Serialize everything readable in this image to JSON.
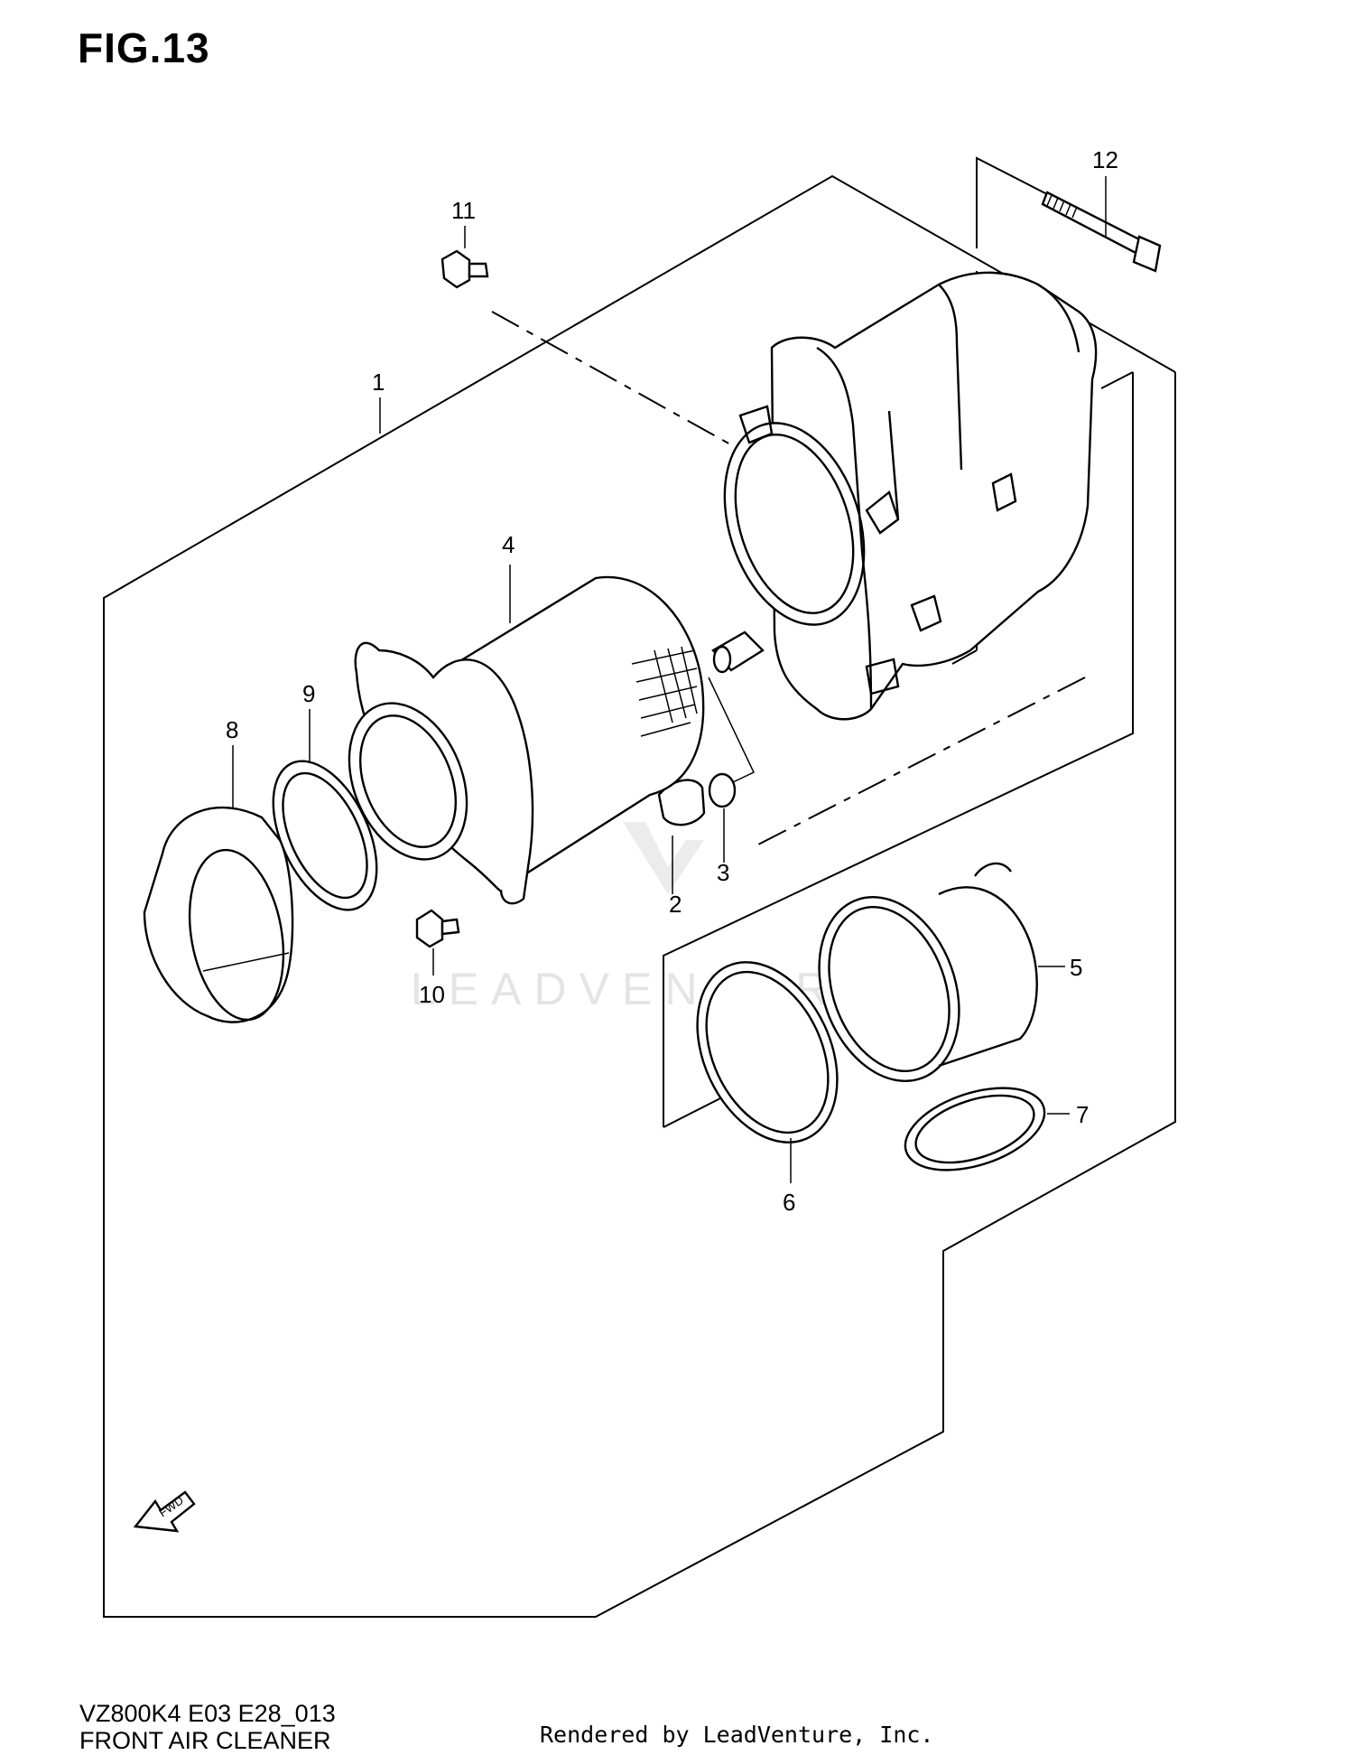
{
  "figure": {
    "title": "FIG.13",
    "diagram_code": "VZ800K4 E03 E28_013",
    "diagram_name": "FRONT AIR CLEANER",
    "watermark": "LEADVENTURE",
    "fwd_label": "FWD"
  },
  "callouts": {
    "c1": "1",
    "c2": "2",
    "c3": "3",
    "c4": "4",
    "c5": "5",
    "c6": "6",
    "c7": "7",
    "c8": "8",
    "c9": "9",
    "c10": "10",
    "c11": "11",
    "c12": "12"
  },
  "footer": "Rendered by LeadVenture, Inc."
}
